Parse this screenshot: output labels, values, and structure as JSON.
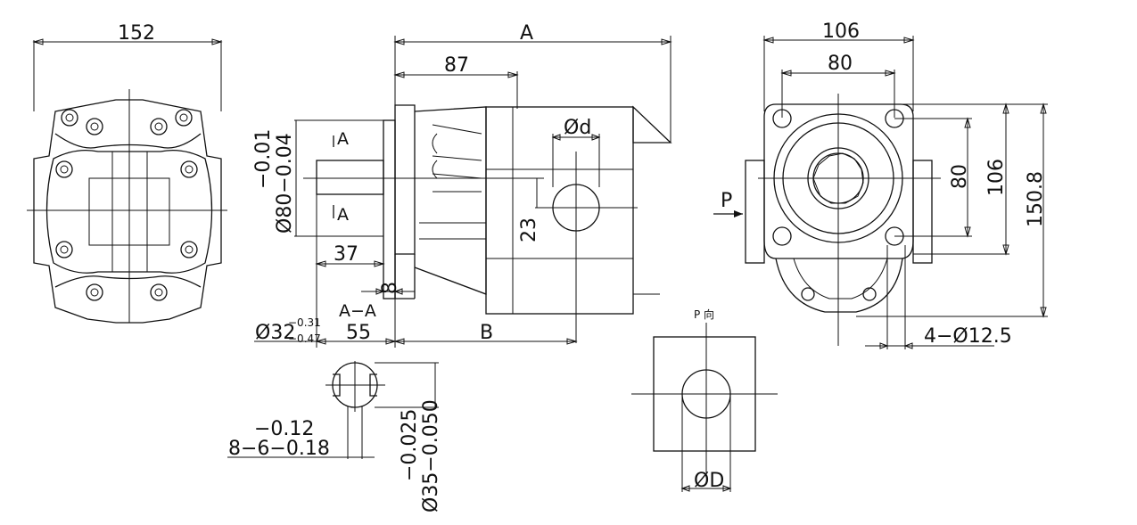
{
  "front_view": {
    "width_dim": "152"
  },
  "side_view": {
    "overall_length": "A",
    "flange_to_port": "87",
    "port_diameter": "Ød",
    "pilot_tolerance_upper": "−0.01",
    "pilot_diameter": "Ø80−0.04",
    "section_mark_top": "A",
    "section_mark_bottom": "A",
    "port_offset": "23",
    "shaft_length": "37",
    "flange_thickness": "8",
    "section_title": "A−A",
    "spline_dim_label": "Ø32",
    "spline_tol_upper": "−0.31",
    "spline_tol_lower": "−0.47",
    "spline_length": "55",
    "port_position": "B"
  },
  "section_aa": {
    "key_tol": "−0.12",
    "key_dim": "8−6−0.18",
    "shaft_tol": "−0.025",
    "shaft_dim": "Ø35−0.050"
  },
  "p_view": {
    "title": "P 向",
    "port_diameter": "ØD"
  },
  "rear_view": {
    "outer_width": "106",
    "hole_spacing_h": "80",
    "hole_spacing_v": "80",
    "outer_height_inner": "106",
    "overall_height": "150.8",
    "mount_holes": "4−Ø12.5",
    "view_arrow": "P"
  }
}
